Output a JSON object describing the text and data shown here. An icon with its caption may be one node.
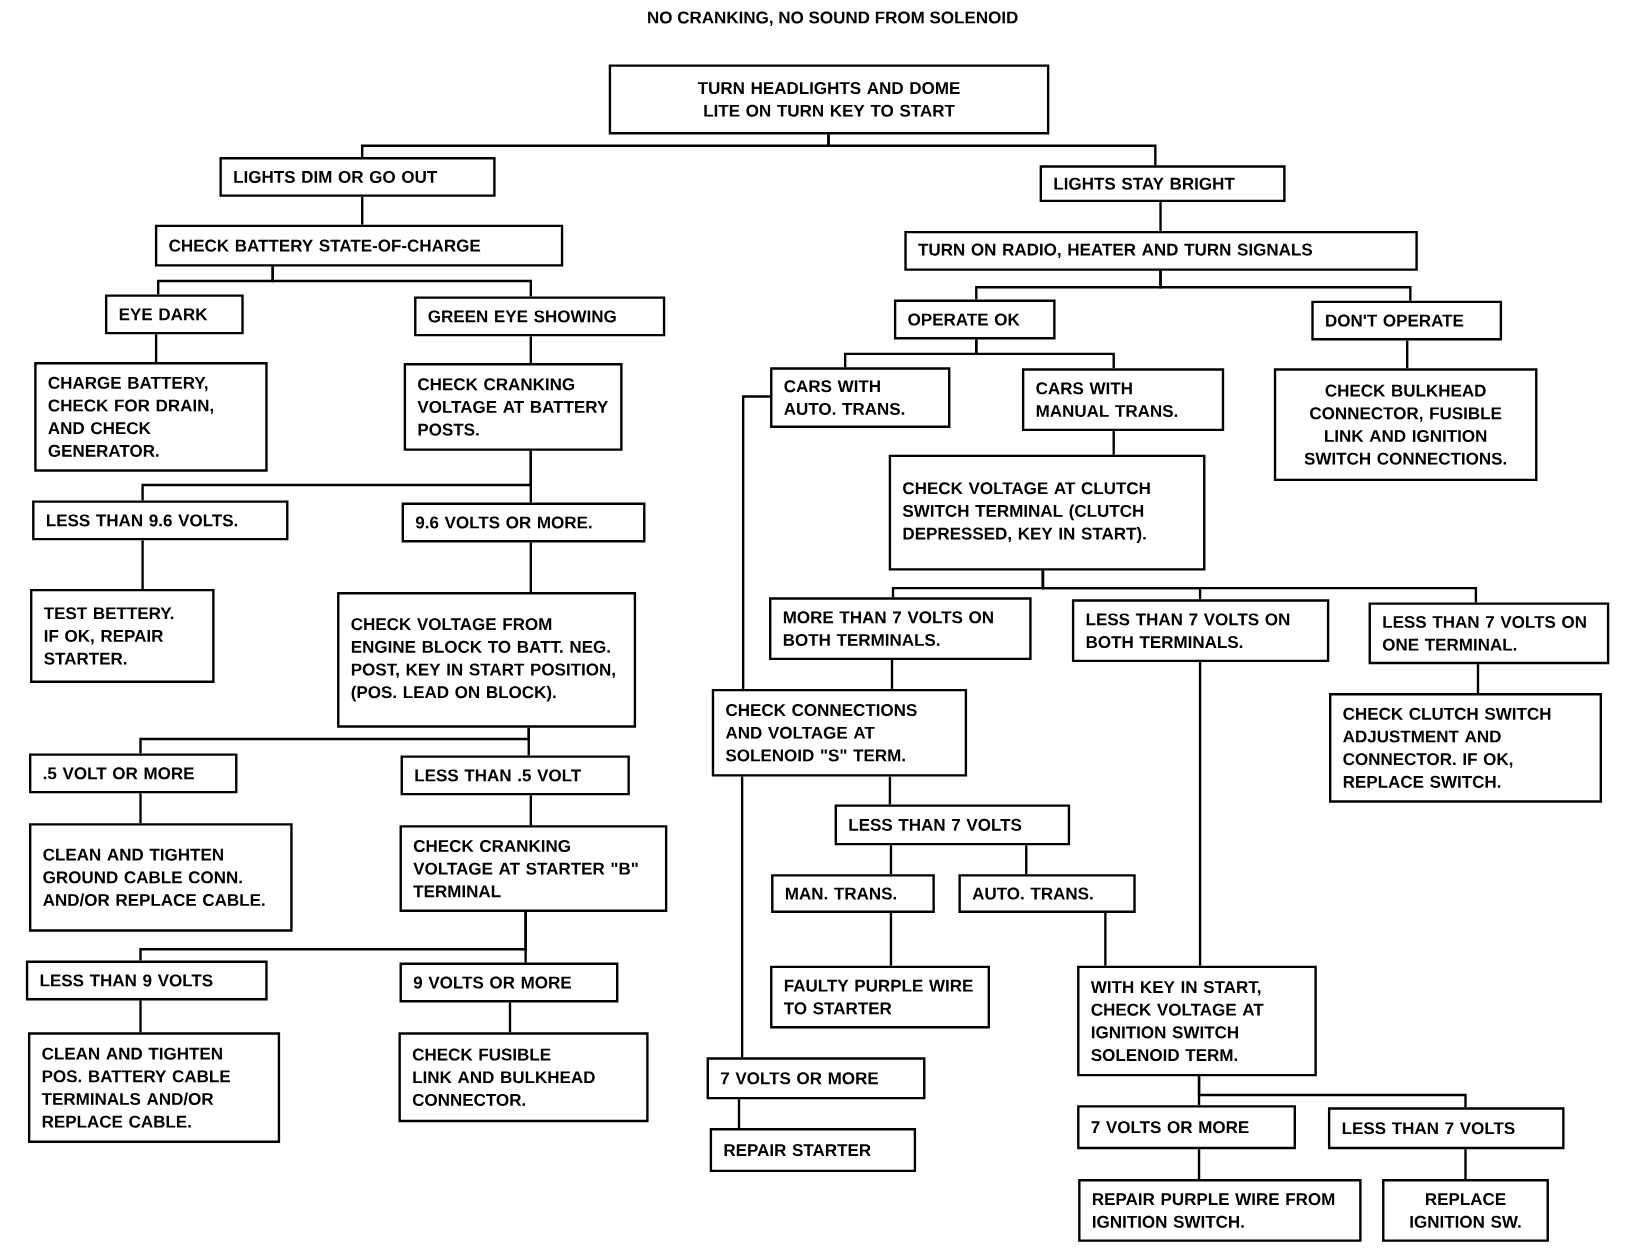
{
  "diagram": {
    "title": "NO CRANKING, NO SOUND FROM SOLENOID",
    "nodes": [
      {
        "text": [
          "TURN HEADLIGHTS AND DOME LITE ON TURN KEY TO START"
        ]
      },
      {
        "text": [
          "LIGHTS DIM OR GO OUT"
        ]
      },
      {
        "text": [
          "LIGHTS STAY BRIGHT"
        ]
      },
      {
        "text": [
          "CHECK BATTERY STATE-OF-CHARGE"
        ]
      },
      {
        "text": [
          "TURN ON RADIO, HEATER AND TURN SIGNALS"
        ]
      },
      {
        "text": [
          "EYE DARK"
        ]
      },
      {
        "text": [
          "GREEN EYE SHOWING"
        ]
      },
      {
        "text": [
          "OPERATE OK"
        ]
      },
      {
        "text": [
          "DON'T OPERATE"
        ]
      },
      {
        "text": [
          "CHARGE BATTERY, CHECK FOR DRAIN, AND CHECK GENERATOR."
        ]
      },
      {
        "text": [
          "CHECK CRANKING VOLTAGE AT BATTERY POSTS."
        ]
      },
      {
        "text": [
          "CARS WITH AUTO. TRANS."
        ]
      },
      {
        "text": [
          "CARS WITH MANUAL TRANS."
        ]
      },
      {
        "text": [
          "CHECK BULKHEAD CONNECTOR, FUSIBLE LINK AND IGNITION SWITCH CONNECTIONS."
        ]
      },
      {
        "text": [
          "CHECK VOLTAGE AT CLUTCH SWITCH TERMINAL (CLUTCH DEPRESSED, KEY IN START)."
        ]
      },
      {
        "text": [
          "LESS THAN 9.6 VOLTS."
        ]
      },
      {
        "text": [
          "9.6 VOLTS OR MORE."
        ]
      },
      {
        "text": [
          "TEST BETTERY. IF OK, REPAIR STARTER."
        ]
      },
      {
        "text": [
          "MORE THAN 7 VOLTS ON BOTH TERMINALS."
        ]
      },
      {
        "text": [
          "LESS THAN 7 VOLTS ON BOTH TERMINALS."
        ]
      },
      {
        "text": [
          "LESS THAN 7 VOLTS ON ONE TERMINAL."
        ]
      },
      {
        "text": [
          "CHECK VOLTAGE FROM ENGINE BLOCK TO BATT. NEG. POST, KEY IN START POSITION, (POS. LEAD ON BLOCK)."
        ]
      },
      {
        "text": [
          "CHECK CONNECTIONS AND VOLTAGE AT SOLENOID \"S\" TERM."
        ]
      },
      {
        "text": [
          "CHECK CLUTCH SWITCH ADJUSTMENT AND CONNECTOR. IF OK, REPLACE SWITCH."
        ]
      },
      {
        "text": [
          ".5 VOLT OR MORE"
        ]
      },
      {
        "text": [
          "LESS THAN .5 VOLT"
        ]
      },
      {
        "text": [
          "LESS THAN 7 VOLTS"
        ]
      },
      {
        "text": [
          "CLEAN AND TIGHTEN GROUND CABLE CONN. AND/OR REPLACE CABLE."
        ]
      },
      {
        "text": [
          "CHECK CRANKING VOLTAGE AT STARTER \"B\" TERMINAL"
        ]
      },
      {
        "text": [
          "MAN. TRANS."
        ]
      },
      {
        "text": [
          "AUTO. TRANS."
        ]
      },
      {
        "text": [
          "LESS THAN 9 VOLTS"
        ]
      },
      {
        "text": [
          "9 VOLTS OR MORE"
        ]
      },
      {
        "text": [
          "FAULTY PURPLE WIRE TO STARTER"
        ]
      },
      {
        "text": [
          "WITH KEY IN START, CHECK VOLTAGE AT IGNITION SWITCH SOLENOID TERM."
        ]
      },
      {
        "text": [
          "CLEAN AND TIGHTEN POS. BATTERY CABLE TERMINALS AND/OR REPLACE CABLE."
        ]
      },
      {
        "text": [
          "CHECK FUSIBLE LINK AND BULKHEAD CONNECTOR."
        ]
      },
      {
        "text": [
          "7 VOLTS OR MORE"
        ]
      },
      {
        "text": [
          "REPAIR STARTER"
        ]
      },
      {
        "text": [
          "7 VOLTS OR MORE"
        ]
      },
      {
        "text": [
          "LESS THAN 7 VOLTS"
        ]
      },
      {
        "text": [
          "REPAIR PURPLE WIRE FROM IGNITION SWITCH."
        ]
      },
      {
        "text": [
          "REPLACE IGNITION SW."
        ]
      }
    ],
    "edges": [
      {
        "from": 0,
        "to": 1,
        "arrow": "none"
      },
      {
        "from": 0,
        "to": 2,
        "arrow": "none"
      },
      {
        "from": 1,
        "to": 3,
        "arrow": "none"
      },
      {
        "from": 2,
        "to": 4,
        "arrow": "none"
      },
      {
        "from": 3,
        "to": 5,
        "arrow": "none"
      },
      {
        "from": 3,
        "to": 6,
        "arrow": "none"
      },
      {
        "from": 4,
        "to": 7,
        "arrow": "none"
      },
      {
        "from": 4,
        "to": 8,
        "arrow": "none"
      },
      {
        "from": 5,
        "to": 9,
        "arrow": "none"
      },
      {
        "from": 6,
        "to": 10,
        "arrow": "none"
      },
      {
        "from": 7,
        "to": 11,
        "arrow": "none"
      },
      {
        "from": 7,
        "to": 12,
        "arrow": "none"
      },
      {
        "from": 8,
        "to": 13,
        "arrow": "none"
      },
      {
        "from": 10,
        "to": 15,
        "arrow": "none"
      },
      {
        "from": 10,
        "to": 16,
        "arrow": "none"
      },
      {
        "from": 12,
        "to": 14,
        "arrow": "none"
      },
      {
        "from": 15,
        "to": 17,
        "arrow": "none"
      },
      {
        "from": 16,
        "to": 21,
        "arrow": "none"
      },
      {
        "from": 14,
        "to": 18,
        "arrow": "none"
      },
      {
        "from": 14,
        "to": 19,
        "arrow": "none"
      },
      {
        "from": 14,
        "to": 20,
        "arrow": "none"
      },
      {
        "from": 18,
        "to": 22,
        "arrow": "none"
      },
      {
        "from": 11,
        "to": 22,
        "arrow": "none"
      },
      {
        "from": 19,
        "to": 34,
        "arrow": "none"
      },
      {
        "from": 20,
        "to": 23,
        "arrow": "none"
      },
      {
        "from": 21,
        "to": 24,
        "arrow": "none"
      },
      {
        "from": 21,
        "to": 25,
        "arrow": "none"
      },
      {
        "from": 22,
        "to": 26,
        "arrow": "none"
      },
      {
        "from": 22,
        "to": 37,
        "arrow": "none"
      },
      {
        "from": 24,
        "to": 27,
        "arrow": "none"
      },
      {
        "from": 25,
        "to": 28,
        "arrow": "none"
      },
      {
        "from": 26,
        "to": 29,
        "arrow": "none"
      },
      {
        "from": 26,
        "to": 30,
        "arrow": "none"
      },
      {
        "from": 28,
        "to": 31,
        "arrow": "none"
      },
      {
        "from": 28,
        "to": 32,
        "arrow": "none"
      },
      {
        "from": 29,
        "to": 33,
        "arrow": "none"
      },
      {
        "from": 30,
        "to": 34,
        "arrow": "none"
      },
      {
        "from": 31,
        "to": 35,
        "arrow": "none"
      },
      {
        "from": 32,
        "to": 36,
        "arrow": "none"
      },
      {
        "from": 37,
        "to": 38,
        "arrow": "none"
      },
      {
        "from": 34,
        "to": 39,
        "arrow": "none"
      },
      {
        "from": 34,
        "to": 40,
        "arrow": "none"
      },
      {
        "from": 39,
        "to": 41,
        "arrow": "none"
      },
      {
        "from": 40,
        "to": 42,
        "arrow": "none"
      }
    ]
  }
}
